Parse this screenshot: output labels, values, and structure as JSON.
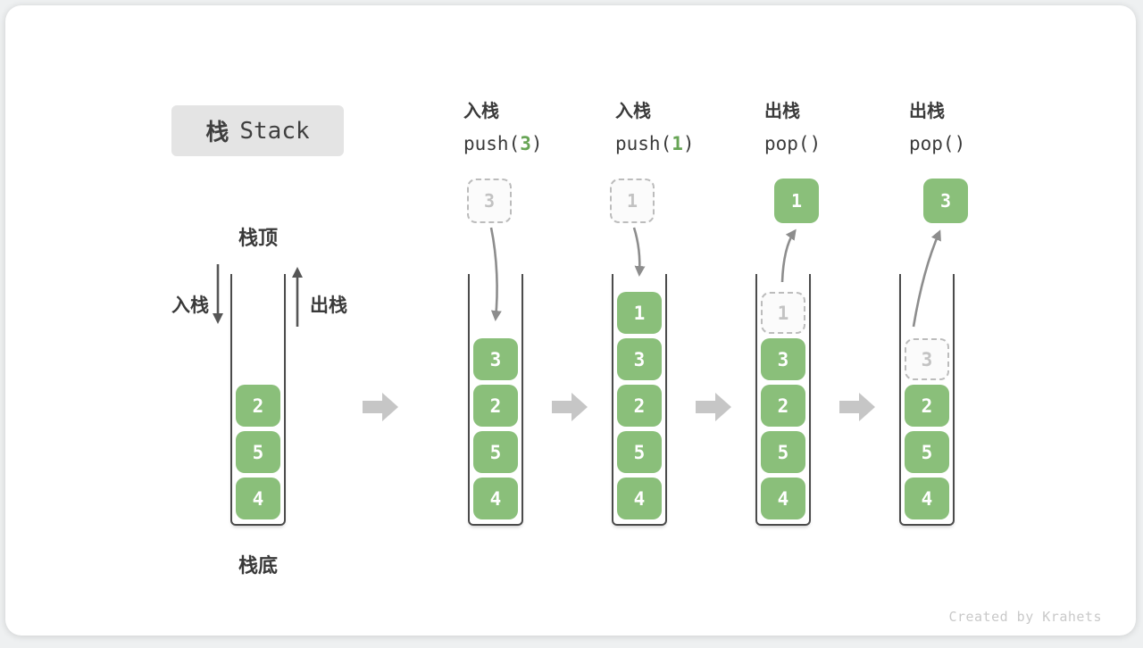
{
  "title": {
    "zh": "栈",
    "en": "Stack"
  },
  "first_stack_labels": {
    "top": "栈顶",
    "bottom": "栈底",
    "push_side": "入栈",
    "pop_side": "出栈"
  },
  "operations": [
    {
      "zh": "入栈",
      "code_pre": "push(",
      "code_arg": "3",
      "code_post": ")"
    },
    {
      "zh": "入栈",
      "code_pre": "push(",
      "code_arg": "1",
      "code_post": ")"
    },
    {
      "zh": "出栈",
      "code_pre": "pop()",
      "code_arg": "",
      "code_post": ""
    },
    {
      "zh": "出栈",
      "code_pre": "pop()",
      "code_arg": "",
      "code_post": ""
    }
  ],
  "floating_values": [
    {
      "value": "3",
      "variant": "dashed"
    },
    {
      "value": "1",
      "variant": "dashed"
    },
    {
      "value": "1",
      "variant": "solid"
    },
    {
      "value": "3",
      "variant": "solid"
    }
  ],
  "stacks": [
    {
      "cells": [
        {
          "v": "2",
          "ghost": false
        },
        {
          "v": "5",
          "ghost": false
        },
        {
          "v": "4",
          "ghost": false
        }
      ]
    },
    {
      "cells": [
        {
          "v": "3",
          "ghost": false
        },
        {
          "v": "2",
          "ghost": false
        },
        {
          "v": "5",
          "ghost": false
        },
        {
          "v": "4",
          "ghost": false
        }
      ]
    },
    {
      "cells": [
        {
          "v": "1",
          "ghost": false
        },
        {
          "v": "3",
          "ghost": false
        },
        {
          "v": "2",
          "ghost": false
        },
        {
          "v": "5",
          "ghost": false
        },
        {
          "v": "4",
          "ghost": false
        }
      ]
    },
    {
      "cells": [
        {
          "v": "1",
          "ghost": true
        },
        {
          "v": "3",
          "ghost": false
        },
        {
          "v": "2",
          "ghost": false
        },
        {
          "v": "5",
          "ghost": false
        },
        {
          "v": "4",
          "ghost": false
        }
      ]
    },
    {
      "cells": [
        {
          "v": "3",
          "ghost": true
        },
        {
          "v": "2",
          "ghost": false
        },
        {
          "v": "5",
          "ghost": false
        },
        {
          "v": "4",
          "ghost": false
        }
      ]
    }
  ],
  "watermark": "Created by Krahets",
  "colors": {
    "element_green": "#8abf7a",
    "code_arg_green": "#67a455",
    "title_bg": "#e4e4e4",
    "wall_gray": "#4b4b4b",
    "flow_arrow_gray": "#8d8d8d",
    "side_arrow_gray": "#565656",
    "block_arrow_gray": "#c6c6c6",
    "ghost_border": "#bcbcbc",
    "watermark_gray": "#c9c9c9"
  }
}
